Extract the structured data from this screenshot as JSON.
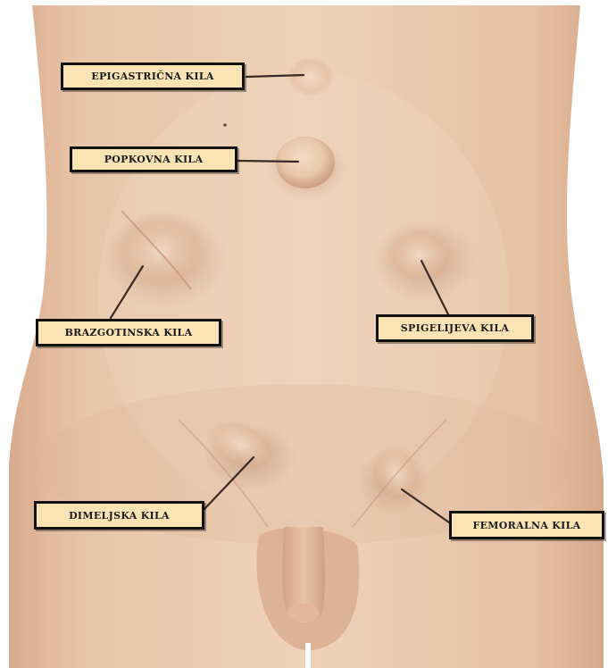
{
  "labels": {
    "epigastric": "EPIGASTRIČNA KILA",
    "umbilical": "POPKOVNA KILA",
    "incisional": "BRAZGOTINSKA KILA",
    "spigelian": "SPIGELIJEVA KILA",
    "inguinal": "DIMELJSKA KILA",
    "femoral": "FEMORALNA KILA"
  },
  "colors": {
    "skin": "#e6c2a4",
    "background": "#ffffff",
    "label_fill": "#fbe3b4",
    "label_border": "#111111",
    "leader_line": "#3a2a26"
  }
}
